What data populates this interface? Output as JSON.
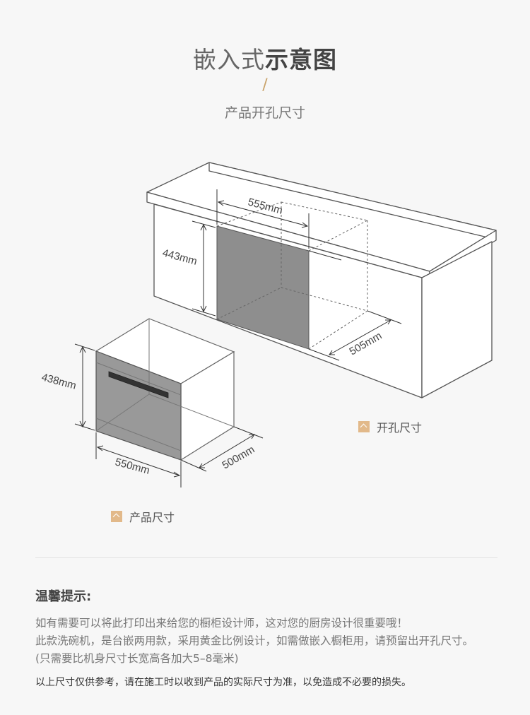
{
  "header": {
    "title_light": "嵌入式",
    "title_bold": "示意图",
    "slash": "/",
    "subtitle": "产品开孔尺寸"
  },
  "diagram": {
    "cutout_width": "555mm",
    "cutout_height": "443mm",
    "cutout_depth": "505mm",
    "product_height": "438mm",
    "product_width": "550mm",
    "product_depth": "500mm",
    "legend_cutout": "开孔尺寸",
    "legend_product": "产品尺寸"
  },
  "tips": {
    "title": "温馨提示:",
    "lines": [
      "如有需要可以将此打印出来给您的橱柜设计师，这对您的厨房设计很重要哦！",
      "此款洗碗机，是台嵌两用款，采用黄金比例设计，如需做嵌入橱柜用，请预留出开孔尺寸。",
      "(只需要比机身尺寸长宽高各加大5–8毫米)"
    ],
    "note": "以上尺寸仅供参考，请在施工时以收到产品的实际尺寸为准，以免造成不必要的损失。"
  },
  "colors": {
    "background": "#f7f7f7",
    "accent": "#e2b98a",
    "cutout_fill": "#8e8e8e"
  }
}
